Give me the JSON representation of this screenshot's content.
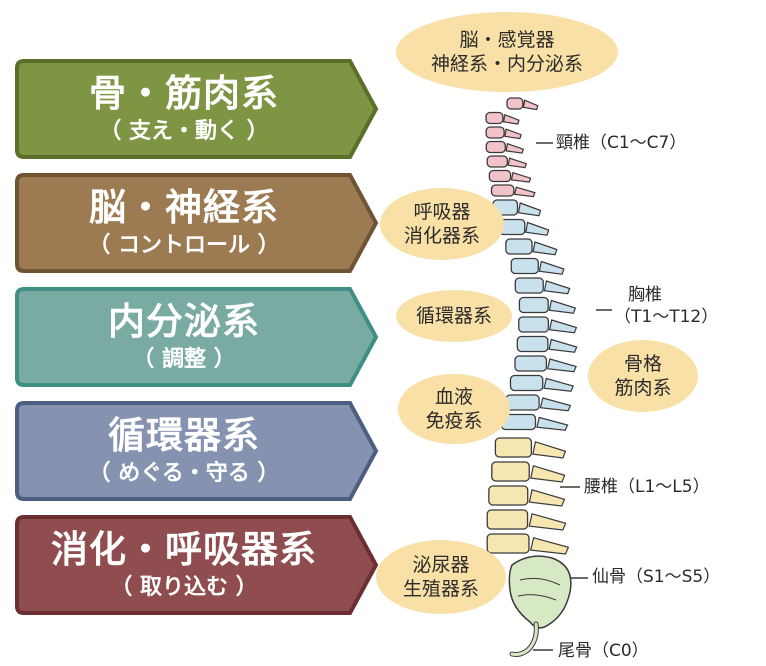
{
  "systems": [
    {
      "title": "骨・筋肉系",
      "sub": "（ 支え・動く ）",
      "fill": "#7e9543",
      "border": "#5b6f2a"
    },
    {
      "title": "脳・神経系",
      "sub": "（ コントロール ）",
      "fill": "#9c7b52",
      "border": "#6f5434"
    },
    {
      "title": "内分泌系",
      "sub": "（ 調整 ）",
      "fill": "#7aaba3",
      "border": "#3f8f85"
    },
    {
      "title": "循環器系",
      "sub": "（ めぐる・守る ）",
      "fill": "#8593b1",
      "border": "#4e5e82"
    },
    {
      "title": "消化・呼吸器系",
      "sub": "（ 取り込む ）",
      "fill": "#8f4d4f",
      "border": "#6b2e31"
    }
  ],
  "bubbles": {
    "brain": [
      "脳・感覚器",
      "神経系・内分泌系"
    ],
    "resp": [
      "呼吸器",
      "消化器系"
    ],
    "circ": [
      "循環器系"
    ],
    "skeletal": [
      "骨格",
      "筋肉系"
    ],
    "blood": [
      "血液",
      "免疫系"
    ],
    "uro": [
      "泌尿器",
      "生殖器系"
    ]
  },
  "labels": {
    "cervical": "頸椎（C1～C7）",
    "thoracic_1": "胸椎",
    "thoracic_2": "（T1～T12）",
    "lumbar": "腰椎（L1～L5）",
    "sacrum": "仙骨（S1～S5）",
    "coccyx": "尾骨（C0）"
  },
  "colors": {
    "bubble": "#f8e0a6",
    "cervical": "#f1c3c9",
    "thoracic": "#c9e1ec",
    "lumbar": "#f6e6b2",
    "sacrum": "#d7e8c4",
    "outline": "#3a3a3a"
  }
}
